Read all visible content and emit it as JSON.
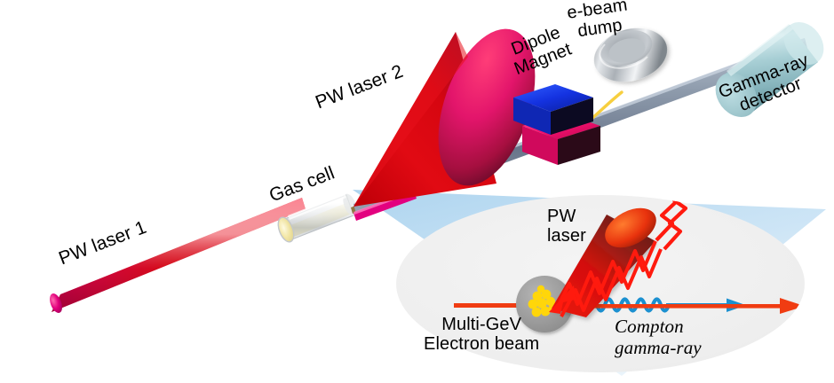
{
  "figure": {
    "type": "schematic-diagram",
    "subject": "All-optical Compton gamma-ray source driven by two petawatt lasers",
    "background_color": "#ffffff"
  },
  "main_scene": {
    "labels": {
      "pw_laser_1": "PW laser 1",
      "gas_cell": "Gas cell",
      "pw_laser_2": "PW laser 2",
      "dipole_magnet_line1": "Dipole",
      "dipole_magnet_line2": "Magnet",
      "ebeam_dump_line1": "e-beam",
      "ebeam_dump_line2": "dump",
      "gamma_detector_line1": "Gamma-ray",
      "gamma_detector_line2": "detector"
    },
    "colors": {
      "laser_beam_red": "#e60012",
      "laser_beam_magenta": "#e3007f",
      "cone_red": "#d40511",
      "cone_rim_pink": "#e8197a",
      "magnet_blue": "#1a3ce8",
      "magnet_pink": "#f4106e",
      "magnet_dark_face": "#140a20",
      "beamline_steel": "#7f8fa6",
      "beamline_gold": "#b99a5a",
      "dump_metal": "#b9bec4",
      "detector_teal": "#9ccfd4",
      "gas_cell_glass": "#cfd2d4",
      "gas_cell_glow": "#f0e6a8",
      "deflected_ebeam_yellow": "#f7cf3f",
      "callout_blue": "#bfdcf2"
    }
  },
  "inset": {
    "labels": {
      "pw_laser_line1": "PW",
      "pw_laser_line2": "laser",
      "electron_beam_line1": "Multi-GeV",
      "electron_beam_line2": "Electron  beam",
      "gamma_ray_line1": "Compton",
      "gamma_ray_line2": "gamma-ray"
    },
    "colors": {
      "panel_grey": "#efefef",
      "interaction_sphere": "#9e9e9e",
      "electron_bunch_yellow": "#ffd60a",
      "electron_beam_red": "#f03c12",
      "gamma_wave_blue": "#1b90d0",
      "laser_cone_red": "#e8140f"
    }
  }
}
